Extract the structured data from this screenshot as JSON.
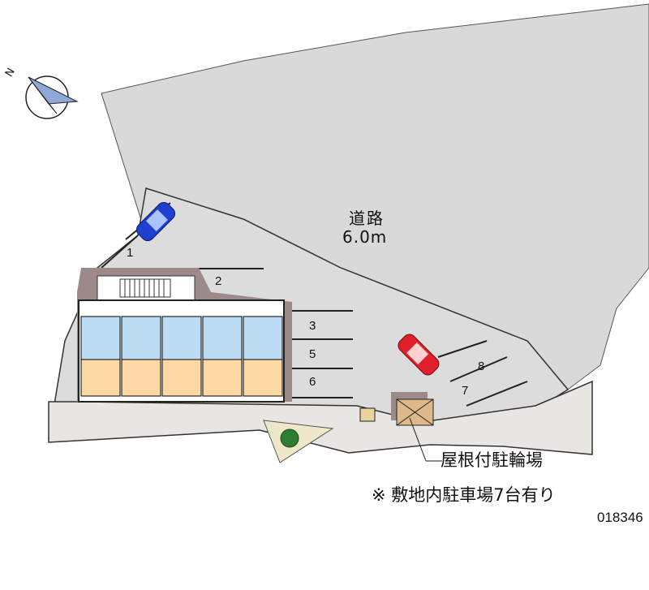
{
  "compass": {
    "label": "N"
  },
  "road": {
    "name": "道路",
    "width": "6.0m"
  },
  "parking_slots": [
    "1",
    "2",
    "3",
    "5",
    "6",
    "7",
    "8"
  ],
  "bike_parking_label": "屋根付駐輪場",
  "note": "※ 敷地内駐車場7台有り",
  "property_code": "018346",
  "colors": {
    "road": "#d9d9d9",
    "lot": "#e8e6e3",
    "room_blue": "#bcdcf4",
    "room_orange": "#fcd8a4",
    "roof": "#9c8a8a",
    "car_blue": "#1f3fd0",
    "car_red": "#e0202a"
  }
}
